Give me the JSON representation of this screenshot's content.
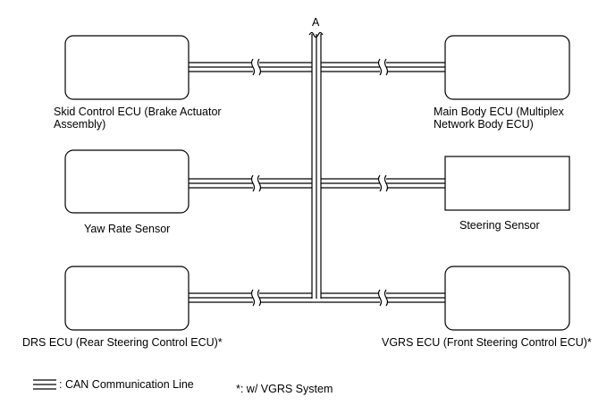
{
  "bus": {
    "label": "A"
  },
  "ecus": {
    "skid": {
      "label": "Skid Control ECU (Brake Actuator Assembly)"
    },
    "main_body": {
      "label": "Main Body ECU (Multiplex Network Body ECU)"
    },
    "yaw": {
      "label": "Yaw Rate Sensor"
    },
    "steering_sensor": {
      "label": "Steering Sensor"
    },
    "drs": {
      "label": "DRS ECU (Rear Steering Control ECU)*"
    },
    "vgrs": {
      "label": "VGRS ECU (Front Steering Control ECU)*"
    }
  },
  "legend": {
    "can_line": ": CAN Communication Line",
    "note": "*: w/ VGRS System"
  }
}
